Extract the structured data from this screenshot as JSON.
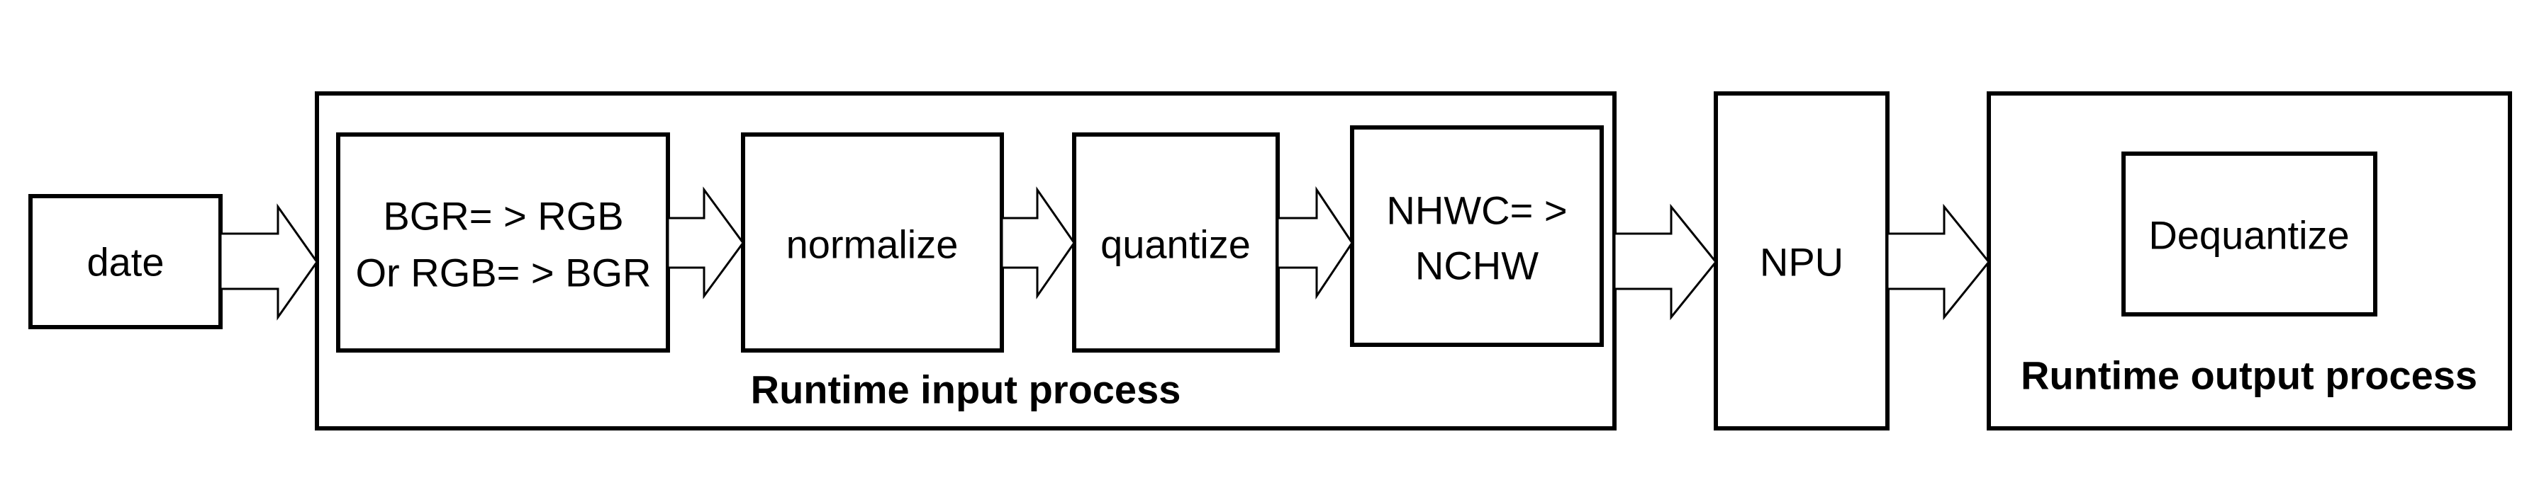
{
  "nodes": {
    "date": "date",
    "color_convert_line1": "BGR= > RGB",
    "color_convert_line2": "Or RGB= > BGR",
    "normalize": "normalize",
    "quantize": "quantize",
    "layout_convert_line1": "NHWC= >",
    "layout_convert_line2": "NCHW",
    "npu": "NPU",
    "dequantize": "Dequantize"
  },
  "groups": {
    "input_process": "Runtime input process",
    "output_process": "Runtime output process"
  }
}
